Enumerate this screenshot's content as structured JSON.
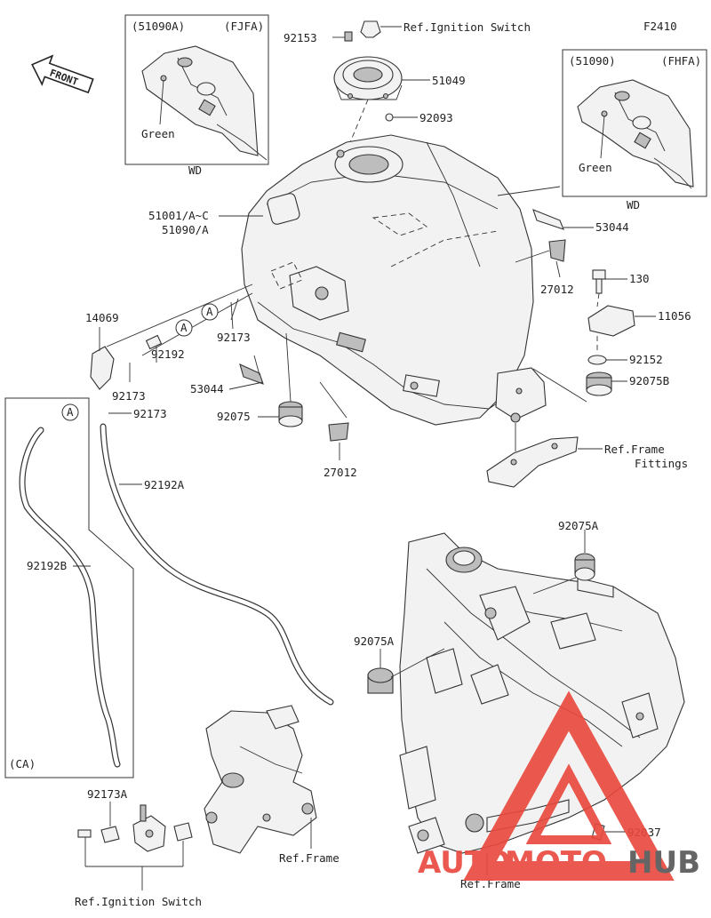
{
  "figure_code": "F2410",
  "front_label": "FRONT",
  "watermark": {
    "part1": "AUTO",
    "part2": "MOTO",
    "part3": "HUB",
    "color_main": "#e9473c",
    "color_dark": "#555555"
  },
  "insets": [
    {
      "code": "(51090A)",
      "variant": "(FJFA)",
      "color_note": "Green",
      "footer": "WD"
    },
    {
      "code": "(51090)",
      "variant": "(FHFA)",
      "color_note": "Green",
      "footer": "WD"
    }
  ],
  "ca_box": {
    "label": "(CA)"
  },
  "callouts": {
    "p92153": "92153",
    "ref_ignition_top": "Ref.Ignition Switch",
    "p51049": "51049",
    "p92093": "92093",
    "p51001": "51001/A~C",
    "p51090a": "51090/A",
    "p53044_right": "53044",
    "p27012_right": "27012",
    "p130": "130",
    "p11056": "11056",
    "p92152": "92152",
    "p92075b": "92075B",
    "ref_frame_fittings_1": "Ref.Frame",
    "ref_frame_fittings_2": "Fittings",
    "p14069": "14069",
    "p92173_a": "92173",
    "p92192": "92192",
    "p92173_b": "92173",
    "p92173_c": "92173",
    "p53044_left": "53044",
    "p92075": "92075",
    "p27012_bottom": "27012",
    "p92192a": "92192A",
    "p92192b": "92192B",
    "p92075a_top": "92075A",
    "p92075a_left": "92075A",
    "p92037": "92037",
    "p92173a": "92173A",
    "ref_frame_mid": "Ref.Frame",
    "ref_frame_bottom": "Ref.Frame",
    "ref_ignition_bottom": "Ref.Ignition Switch"
  },
  "circle_markers": {
    "a1": "A",
    "a2": "A",
    "a3": "A"
  }
}
